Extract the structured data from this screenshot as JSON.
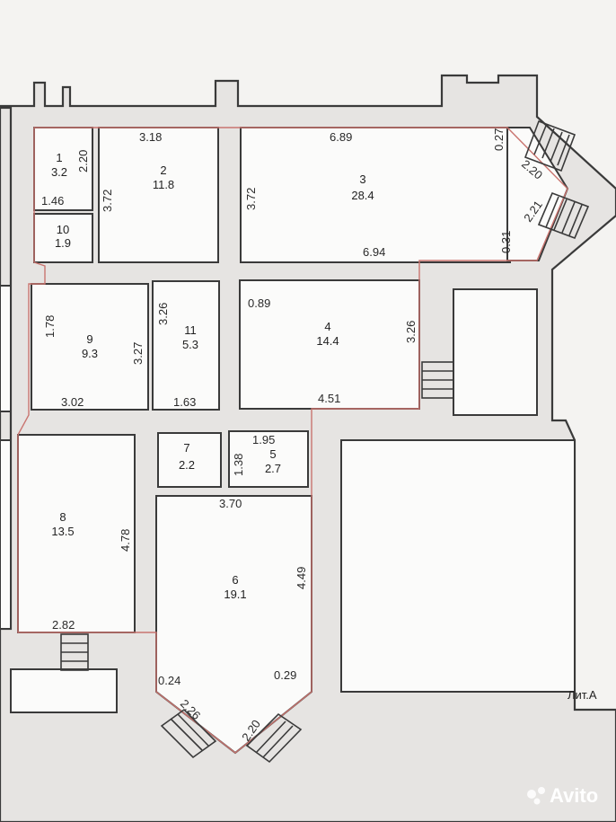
{
  "rooms": [
    {
      "number": "1",
      "area": "3.2"
    },
    {
      "number": "2",
      "area": "11.8"
    },
    {
      "number": "3",
      "area": "28.4"
    },
    {
      "number": "4",
      "area": "14.4"
    },
    {
      "number": "5",
      "area": "2.7"
    },
    {
      "number": "6",
      "area": "19.1"
    },
    {
      "number": "7",
      "area": "2.2"
    },
    {
      "number": "8",
      "area": "13.5"
    },
    {
      "number": "9",
      "area": "9.3"
    },
    {
      "number": "10",
      "area": "1.9"
    },
    {
      "number": "11",
      "area": "5.3"
    }
  ],
  "dimensions": [
    "3.18",
    "2.20",
    "1.46",
    "3.72",
    "6.89",
    "0.27",
    "2.20",
    "3.72",
    "2.21",
    "0.31",
    "6.94",
    "1.78",
    "3.27",
    "3.02",
    "3.26",
    "1.63",
    "0.89",
    "3.26",
    "4.51",
    "1.95",
    "1.38",
    "3.70",
    "4.78",
    "2.82",
    "4.49",
    "0.24",
    "2.26",
    "2.20",
    "0.29"
  ],
  "caption": "Лит.А",
  "watermark": "Avito",
  "colors": {
    "outline": "#c9746f",
    "wall": "#3a3a3a"
  }
}
